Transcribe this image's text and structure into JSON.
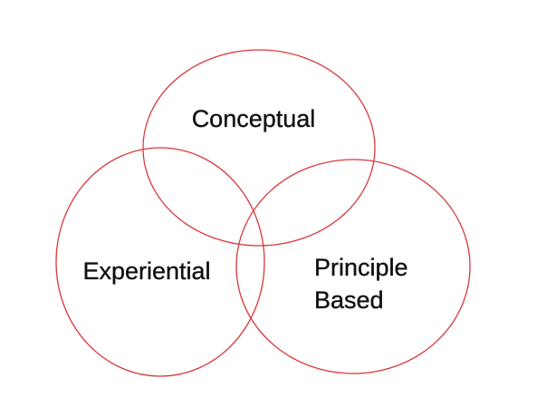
{
  "diagram": {
    "type": "venn",
    "stroke_color": "#d9373b",
    "text_color": "#111111",
    "sets": [
      {
        "id": "conceptual",
        "lines": [
          "Conceptual"
        ]
      },
      {
        "id": "experiential",
        "lines": [
          "Experiential"
        ]
      },
      {
        "id": "principle-based",
        "lines": [
          "Principle",
          "Based"
        ]
      }
    ]
  }
}
